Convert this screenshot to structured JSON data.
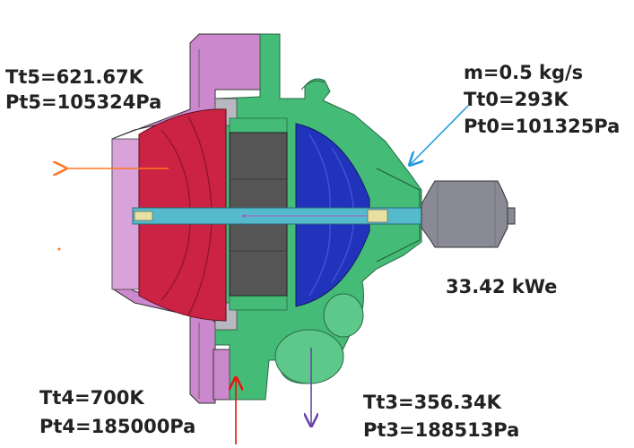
{
  "labels": {
    "turbine_outlet": {
      "temperature": "Tt5=621.67K",
      "pressure": "Pt5=105324Pa"
    },
    "compressor_inlet": {
      "mass_flow": "m=0.5 kg/s",
      "temperature": "Tt0=293K",
      "pressure": "Pt0=101325Pa"
    },
    "generator": {
      "power": "33.42 kWe"
    },
    "turbine_inlet": {
      "temperature": "Tt4=700K",
      "pressure": "Pt4=185000Pa"
    },
    "compressor_outlet": {
      "temperature": "Tt3=356.34K",
      "pressure": "Pt3=188513Pa"
    }
  },
  "colors": {
    "turbine_housing": "#cc88cc",
    "turbine_wheel": "#cc2244",
    "compressor_housing": "#44bb77",
    "compressor_wheel": "#2233bb",
    "shaft": "#55bbcc",
    "bearing": "#555555",
    "generator": "#8a8a96",
    "arrow_exhaust": "#ff7722",
    "arrow_inlet": "#2299dd",
    "arrow_turbine_in": "#ee1111",
    "arrow_compressor_out": "#6644aa"
  }
}
